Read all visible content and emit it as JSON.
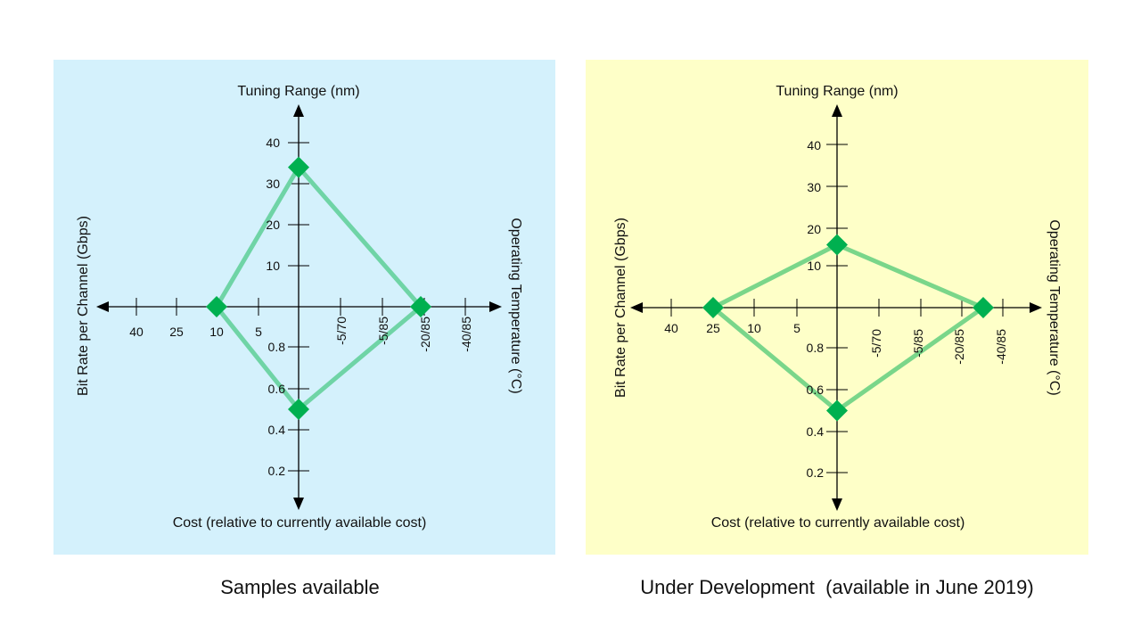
{
  "colors": {
    "panel_left_bg": "#d4f1fc",
    "panel_right_bg": "#feffc8",
    "line_left": "#6fd4a6",
    "line_right": "#7ad68a",
    "marker": "#00b050",
    "axis": "#000000"
  },
  "captions": {
    "left": "Samples available",
    "right": "Under Development  (available in June 2019)"
  },
  "chart_data": [
    {
      "type": "radar",
      "panel": "left",
      "axes": {
        "top": {
          "label": "Tuning Range (nm)",
          "ticks": [
            "10",
            "20",
            "30",
            "40"
          ],
          "value": 34
        },
        "left": {
          "label": "Bit Rate per Channel (Gbps)",
          "ticks": [
            "5",
            "10",
            "25",
            "40"
          ],
          "value": "10"
        },
        "right": {
          "label": "Operating Temperature (°C)",
          "ticks": [
            "-5/70",
            "-5/85",
            "-20/85",
            "-40/85"
          ],
          "value": "-20/85"
        },
        "bottom": {
          "label": "Cost (relative to currently available cost)",
          "ticks": [
            "0.8",
            "0.6",
            "0.4",
            "0.2"
          ],
          "value": 0.5
        }
      }
    },
    {
      "type": "radar",
      "panel": "right",
      "axes": {
        "top": {
          "label": "Tuning Range (nm)",
          "ticks": [
            "10",
            "20",
            "30",
            "40"
          ],
          "value": 15
        },
        "left": {
          "label": "Bit Rate per Channel (Gbps)",
          "ticks": [
            "5",
            "10",
            "25",
            "40"
          ],
          "value": "25"
        },
        "right": {
          "label": "Operating Temperature (°C)",
          "ticks": [
            "-5/70",
            "-5/85",
            "-20/85",
            "-40/85"
          ],
          "value": "between -20/85 and -40/85"
        },
        "bottom": {
          "label": "Cost (relative to currently available cost)",
          "ticks": [
            "0.8",
            "0.6",
            "0.4",
            "0.2"
          ],
          "value": 0.5
        }
      }
    }
  ]
}
